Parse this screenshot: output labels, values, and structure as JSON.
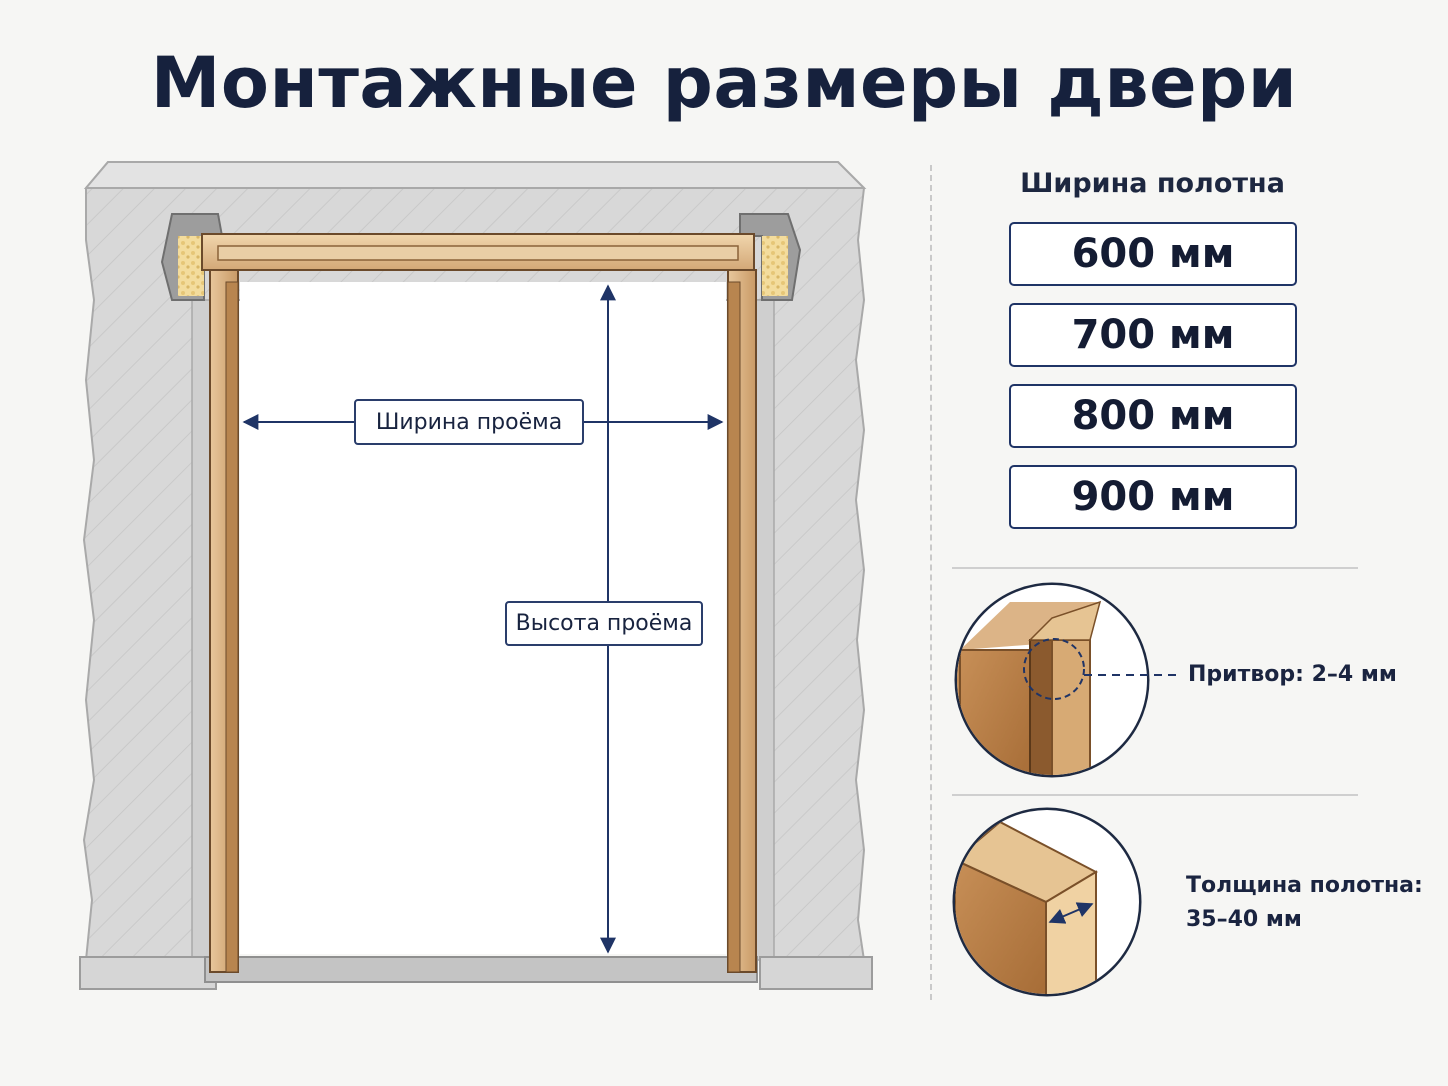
{
  "title": "Монтажные размеры двери",
  "diagram": {
    "opening_width_label": "Ширина проёма",
    "opening_height_label": "Высота проёма"
  },
  "leaf_width": {
    "heading": "Ширина полотна",
    "options": [
      {
        "value": "600 мм"
      },
      {
        "value": "700 мм"
      },
      {
        "value": "800 мм"
      },
      {
        "value": "900 мм"
      }
    ]
  },
  "details": {
    "gap_label": "Притвор: 2–4 мм",
    "thickness_label_line1": "Толщина полотна:",
    "thickness_label_line2": "35–40 мм"
  },
  "colors": {
    "navy": "#1f3466",
    "wall": "#d8d8d8",
    "wood": "#d2a676",
    "wood_dark": "#b07d4c"
  }
}
